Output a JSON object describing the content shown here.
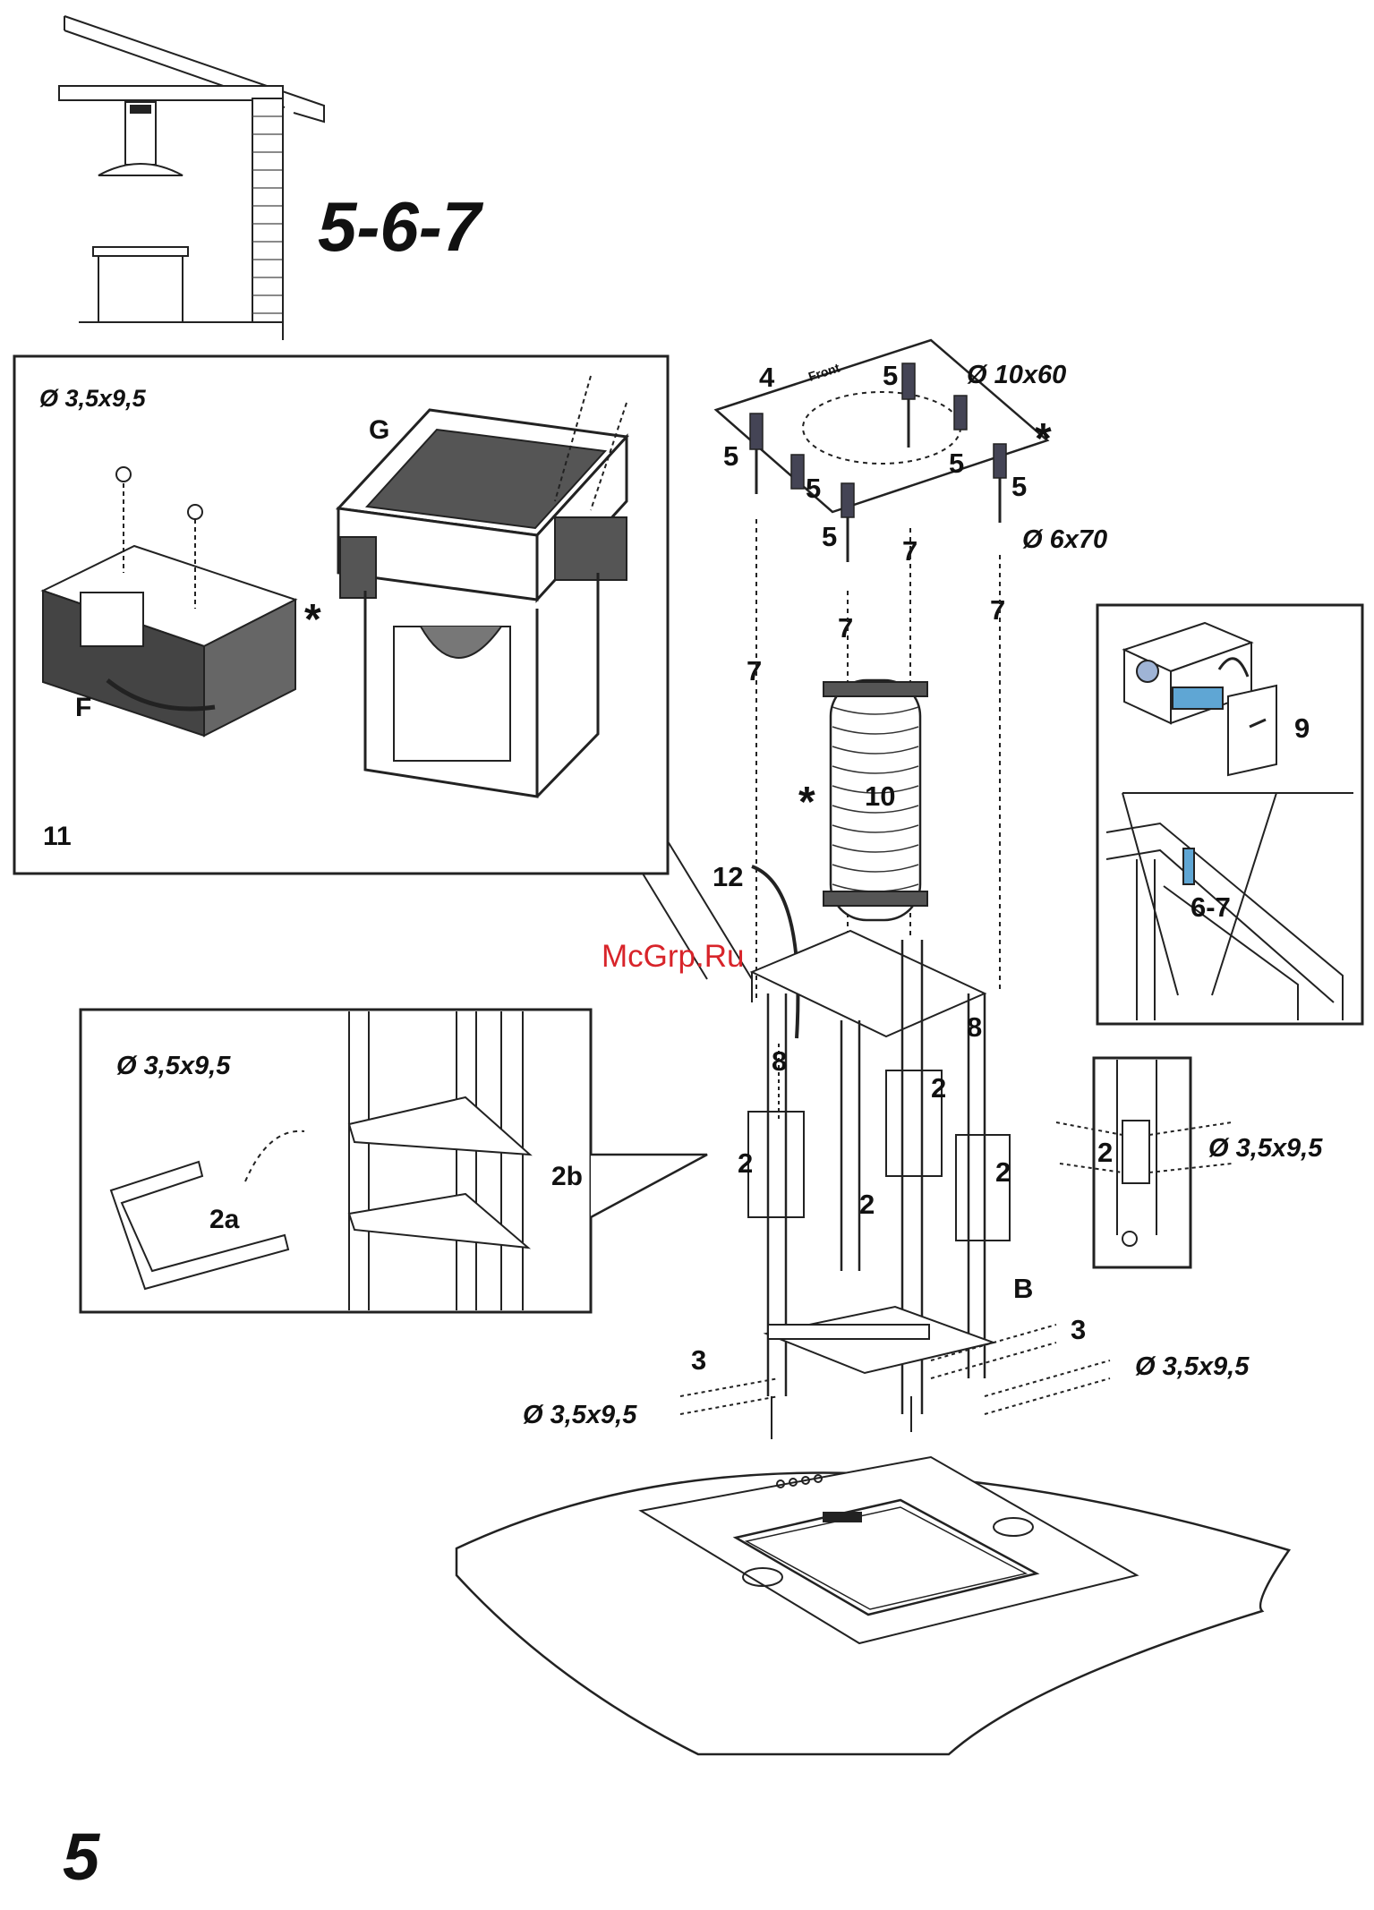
{
  "step_title": "5-6-7",
  "page_number": "5",
  "watermark": "McGrp.Ru",
  "panel_11": {
    "screw_spec": "Ø 3,5x9,5",
    "label_G": "G",
    "label_F": "F",
    "label_11": "11",
    "asterisk": "*"
  },
  "ceiling": {
    "label_4": "4",
    "front_text": "Front",
    "plug_spec": "Ø 10x60",
    "screw_spec": "Ø 6x70",
    "label_5": "5",
    "label_7": "7",
    "asterisk": "*"
  },
  "duct": {
    "label_10": "10",
    "label_12": "12",
    "asterisk": "*"
  },
  "frame": {
    "label_8": "8",
    "label_2": "2",
    "label_3": "3",
    "label_B": "B",
    "screw_spec": "Ø 3,5x9,5"
  },
  "panel_2": {
    "screw_spec": "Ø 3,5x9,5",
    "label_2a": "2a",
    "label_2b": "2b"
  },
  "panel_9": {
    "label_9": "9",
    "label_67": "6-7"
  },
  "panel_side": {
    "label_2": "2",
    "screw_spec": "Ø 3,5x9,5"
  }
}
